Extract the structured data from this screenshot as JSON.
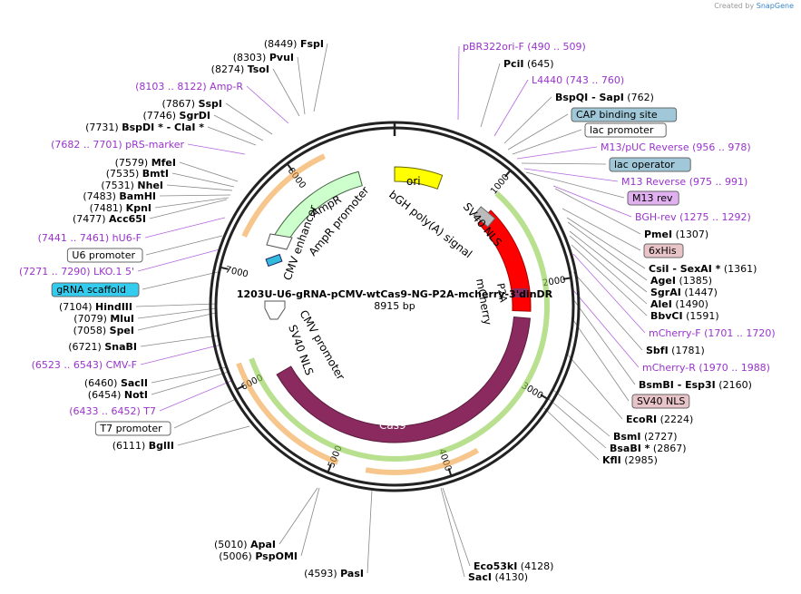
{
  "credit": {
    "created_by": "Created by",
    "brand": "SnapGene"
  },
  "plasmid": {
    "name": "1203U-U6-gRNA-pCMV-wtCas9-NG-P2A-mcherry-3'dinDR",
    "length": "8915 bp"
  },
  "colors": {
    "primer": "#9933cc",
    "enzyme": "#000000",
    "cas9": "#8b2a5e",
    "mcherry": "#ff0000",
    "ampr": "#ccffcc",
    "ori": "#ffff00",
    "lac_box": "#a0c8d8",
    "m13_box": "#e0b0f0",
    "his_box": "#e8c4c8",
    "gRNA_box": "#33ccee"
  },
  "ruler": {
    "ticks": [
      "1000",
      "2000",
      "3000",
      "4000",
      "5000",
      "6000",
      "7000",
      "8000"
    ]
  },
  "features": {
    "cas9": "Cas9",
    "mcherry": "mCherry",
    "p2a": "P2A",
    "sv40nls_a": "SV40 NLS",
    "sv40nls_b": "SV40 NLS",
    "bgh": "bGH poly(A) signal",
    "ori": "ori",
    "ampr": "AmpR",
    "ampr_promoter": "AmpR promoter",
    "cmv_enhancer": "CMV enhancer",
    "cmv_promoter": "CMV promoter"
  },
  "labels": {
    "l1": {
      "a": "(8449)",
      "b": "FspI",
      "c": ""
    },
    "l2": {
      "a": "(8303)",
      "b": "PvuI",
      "c": ""
    },
    "l3": {
      "a": "(8274)",
      "b": "TsoI",
      "c": ""
    },
    "l4": {
      "a": "",
      "b": "(8103 .. 8122)  Amp-R",
      "c": ""
    },
    "l5": {
      "a": "(7867)",
      "b": "SspI",
      "c": ""
    },
    "l6": {
      "a": "(7746)",
      "b": "SgrDI",
      "c": ""
    },
    "l7": {
      "a": "(7731)",
      "b": "BspDI *  -  ClaI *",
      "c": ""
    },
    "l8": {
      "a": "",
      "b": "(7682 .. 7701)  pRS-marker",
      "c": ""
    },
    "l9": {
      "a": "(7579)",
      "b": "MfeI",
      "c": ""
    },
    "l10": {
      "a": "(7535)",
      "b": "BmtI",
      "c": ""
    },
    "l11": {
      "a": "(7531)",
      "b": "NheI",
      "c": ""
    },
    "l12": {
      "a": "(7483)",
      "b": "BamHI",
      "c": ""
    },
    "l13": {
      "a": "(7481)",
      "b": "KpnI",
      "c": ""
    },
    "l14": {
      "a": "(7477)",
      "b": "Acc65I",
      "c": ""
    },
    "l15": {
      "a": "",
      "b": "(7441 .. 7461)  hU6-F",
      "c": ""
    },
    "l16": {
      "a": "",
      "b": "U6 promoter",
      "c": ""
    },
    "l17": {
      "a": "",
      "b": "(7271 .. 7290)  LKO.1 5'",
      "c": ""
    },
    "l18": {
      "a": "",
      "b": "gRNA scaffold",
      "c": ""
    },
    "l19": {
      "a": "(7104)",
      "b": "HindIII",
      "c": ""
    },
    "l20": {
      "a": "(7079)",
      "b": "MluI",
      "c": ""
    },
    "l21": {
      "a": "(7058)",
      "b": "SpeI",
      "c": ""
    },
    "l22": {
      "a": "(6721)",
      "b": "SnaBI",
      "c": ""
    },
    "l23": {
      "a": "",
      "b": "(6523 .. 6543)  CMV-F",
      "c": ""
    },
    "l24": {
      "a": "(6460)",
      "b": "SacII",
      "c": ""
    },
    "l25": {
      "a": "(6454)",
      "b": "NotI",
      "c": ""
    },
    "l26": {
      "a": "",
      "b": "(6433 .. 6452)  T7",
      "c": ""
    },
    "l27": {
      "a": "",
      "b": "T7 promoter",
      "c": ""
    },
    "l28": {
      "a": "(6111)",
      "b": "BglII",
      "c": ""
    },
    "r1": {
      "a": "pBR322ori-F",
      "b": "(490 .. 509)",
      "c": ""
    },
    "r2": {
      "a": "PciI",
      "b": "(645)",
      "c": ""
    },
    "r3": {
      "a": "L4440",
      "b": "(743 .. 760)",
      "c": ""
    },
    "r4": {
      "a": "BspQI  -  SapI",
      "b": "(762)",
      "c": ""
    },
    "r5": {
      "a": "CAP binding site",
      "b": "",
      "c": ""
    },
    "r6": {
      "a": "lac promoter",
      "b": "",
      "c": ""
    },
    "r7": {
      "a": "M13/pUC Reverse",
      "b": "(956 .. 978)",
      "c": ""
    },
    "r8": {
      "a": "lac operator",
      "b": "",
      "c": ""
    },
    "r9": {
      "a": "M13 Reverse",
      "b": "(975 .. 991)",
      "c": ""
    },
    "r10": {
      "a": "M13 rev",
      "b": "",
      "c": ""
    },
    "r11": {
      "a": "BGH-rev",
      "b": "(1275 .. 1292)",
      "c": ""
    },
    "r12": {
      "a": "PmeI",
      "b": "(1307)",
      "c": ""
    },
    "r13": {
      "a": "6xHis",
      "b": "",
      "c": ""
    },
    "r14": {
      "a": "CsiI  -  SexAI *",
      "b": "(1361)",
      "c": ""
    },
    "r15": {
      "a": "AgeI",
      "b": "(1385)",
      "c": ""
    },
    "r16": {
      "a": "SgrAI",
      "b": "(1447)",
      "c": ""
    },
    "r17": {
      "a": "AleI",
      "b": "(1490)",
      "c": ""
    },
    "r18": {
      "a": "BbvCI",
      "b": "(1591)",
      "c": ""
    },
    "r19": {
      "a": "mCherry-F",
      "b": "(1701 .. 1720)",
      "c": ""
    },
    "r20": {
      "a": "SbfI",
      "b": "(1781)",
      "c": ""
    },
    "r21": {
      "a": "mCherry-R",
      "b": "(1970 .. 1988)",
      "c": ""
    },
    "r22": {
      "a": "BsmBI  -  Esp3I",
      "b": "(2160)",
      "c": ""
    },
    "r23": {
      "a": "SV40 NLS",
      "b": "",
      "c": ""
    },
    "r24": {
      "a": "EcoRI",
      "b": "(2224)",
      "c": ""
    },
    "r25": {
      "a": "BsmI",
      "b": "(2727)",
      "c": ""
    },
    "r26": {
      "a": "BsaBI *",
      "b": "(2867)",
      "c": ""
    },
    "r27": {
      "a": "KflI",
      "b": "(2985)",
      "c": ""
    },
    "b1": {
      "a": "(5010)",
      "b": "ApaI",
      "c": ""
    },
    "b2": {
      "a": "(5006)",
      "b": "PspOMI",
      "c": ""
    },
    "b3": {
      "a": "(4593)",
      "b": "PasI",
      "c": ""
    },
    "b4": {
      "a": "Eco53kI",
      "b": "(4128)",
      "c": ""
    },
    "b5": {
      "a": "SacI",
      "b": "(4130)",
      "c": ""
    }
  }
}
